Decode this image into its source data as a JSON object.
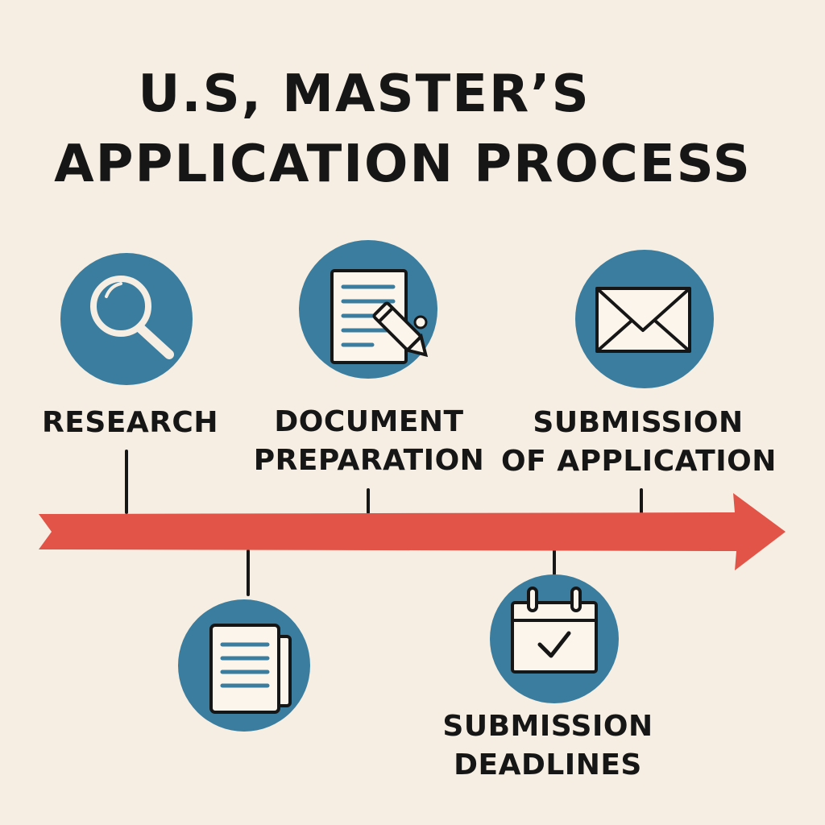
{
  "title": {
    "line1": "U.S, MASTER’S",
    "line2": "APPLICATION PROCESS"
  },
  "steps": [
    {
      "label_lines": [
        "RESEARCH"
      ],
      "icon": "magnifying-glass-icon"
    },
    {
      "label_lines": [
        "DOCUMENT",
        "PREPARATION"
      ],
      "icon": "document-pen-icon"
    },
    {
      "label_lines": [
        "SUBMISSION",
        "OF APPLICATION"
      ],
      "icon": "envelope-icon"
    },
    {
      "label_lines": [],
      "icon": "documents-stack-icon"
    },
    {
      "label_lines": [
        "SUBMISSION",
        "DEADLINES"
      ],
      "icon": "calendar-check-icon"
    }
  ],
  "colors": {
    "background": "#f6eee3",
    "circle": "#3a7d9e",
    "arrow": "#e25447",
    "paper": "#fbf5ec",
    "ink": "#161616"
  }
}
